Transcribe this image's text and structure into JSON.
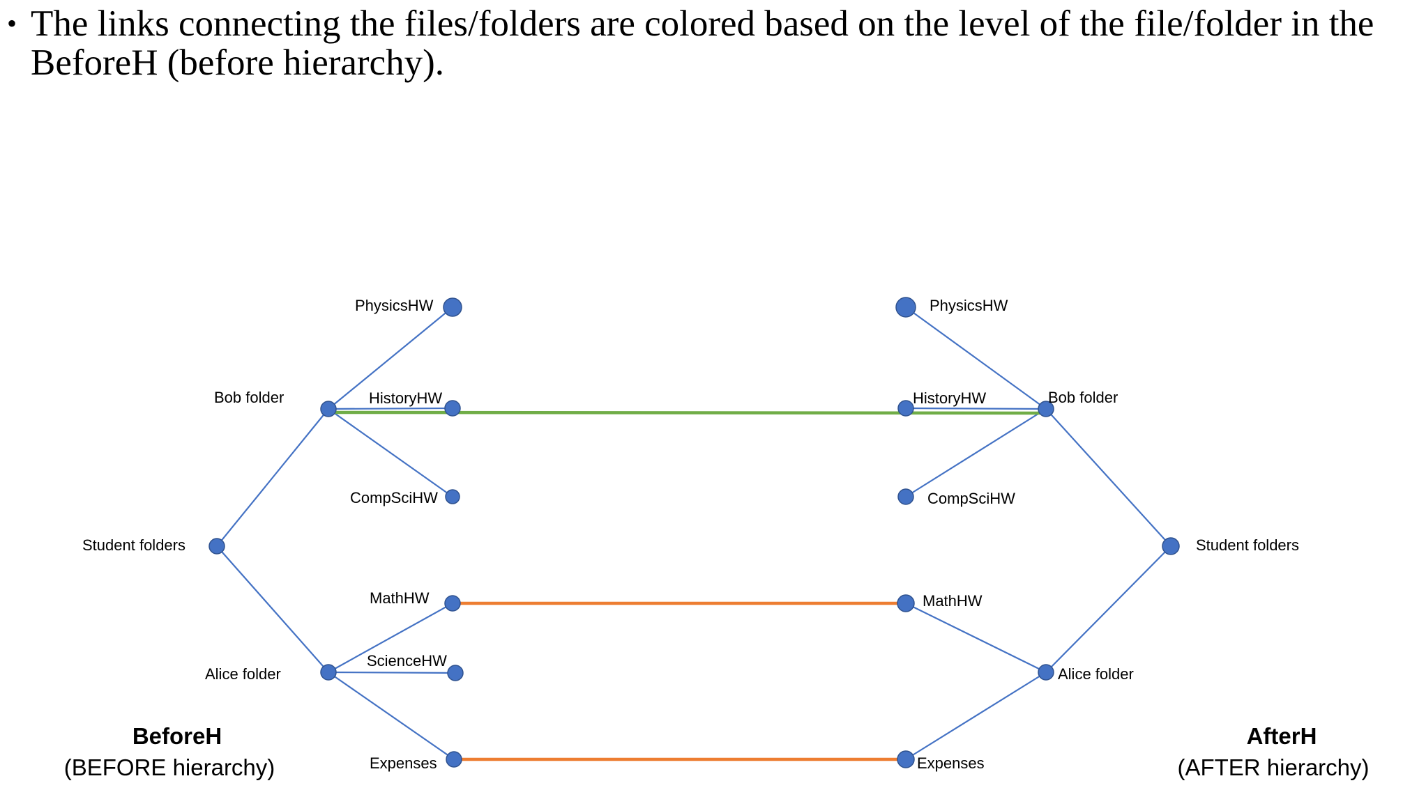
{
  "header": {
    "bullet_glyph": "•",
    "text": "The links connecting the files/folders are colored based on the level of the file/folder in the BeforeH (before hierarchy)."
  },
  "colors": {
    "node": "#4472C4",
    "node_stroke": "#2F528F",
    "tree_edge": "#4472C4",
    "link_green": "#70AD47",
    "link_orange": "#ED7D31"
  },
  "before": {
    "title": "BeforeH",
    "subtitle": "(BEFORE hierarchy)",
    "nodes": {
      "root": "Student folders",
      "bob": "Bob folder",
      "alice": "Alice folder",
      "physics": "PhysicsHW",
      "history": "HistoryHW",
      "compsci": "CompSciHW",
      "math": "MathHW",
      "science": "ScienceHW",
      "expenses": "Expenses"
    }
  },
  "after": {
    "title": "AfterH",
    "subtitle": "(AFTER hierarchy)",
    "nodes": {
      "root": "Student folders",
      "bob": "Bob folder",
      "alice": "Alice folder",
      "physics": "PhysicsHW",
      "history": "HistoryHW",
      "compsci": "CompSciHW",
      "math": "MathHW",
      "expenses": "Expenses"
    }
  },
  "tree_edges": {
    "before": [
      [
        "root",
        "bob"
      ],
      [
        "root",
        "alice"
      ],
      [
        "bob",
        "physics"
      ],
      [
        "bob",
        "history"
      ],
      [
        "bob",
        "compsci"
      ],
      [
        "alice",
        "math"
      ],
      [
        "alice",
        "science"
      ],
      [
        "alice",
        "expenses"
      ]
    ],
    "after": [
      [
        "root",
        "bob"
      ],
      [
        "root",
        "alice"
      ],
      [
        "bob",
        "physics"
      ],
      [
        "bob",
        "history"
      ],
      [
        "bob",
        "compsci"
      ],
      [
        "alice",
        "math"
      ],
      [
        "alice",
        "expenses"
      ]
    ]
  },
  "cross_links": [
    {
      "from": "before.bob",
      "to": "after.bob",
      "color": "link_green"
    },
    {
      "from": "before.math",
      "to": "after.math",
      "color": "link_orange"
    },
    {
      "from": "before.expenses",
      "to": "after.expenses",
      "color": "link_orange"
    }
  ]
}
